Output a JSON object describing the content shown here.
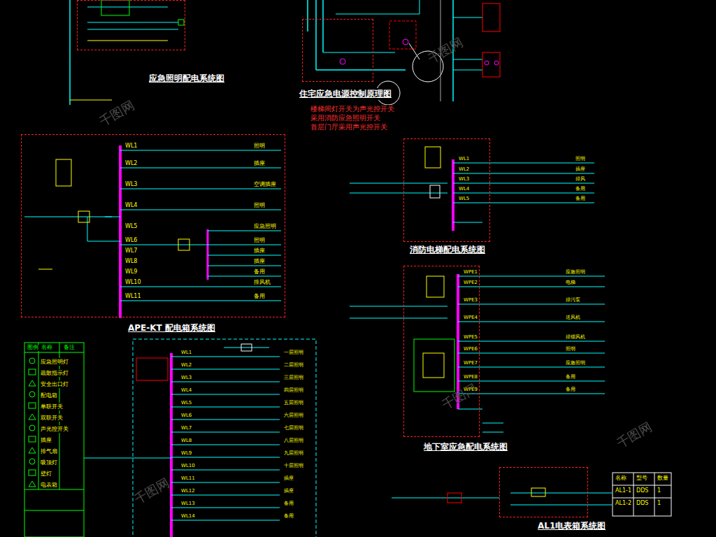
{
  "diagram": {
    "nodes": [
      {
        "text": [
          "应急照明配电系统图"
        ]
      },
      {
        "text": [
          "住宅应急电源控制原理图"
        ]
      },
      {
        "text": [
          "APE-KT 配电箱系统图"
        ]
      },
      {
        "text": [
          "消防电梯配电系统图"
        ]
      },
      {
        "text": [
          "地下室应急配电系统图"
        ]
      },
      {
        "text": [
          "AL1电表箱系统图"
        ]
      }
    ],
    "labels": [
      "楼梯间灯开关为声光控开关",
      "采用消防应急照明开关",
      "首层门厅采用声光控开关",
      "千图网",
      "千图网",
      "千图网",
      "千图网",
      "千图网",
      "WL1",
      "WL2",
      "WL3",
      "WL4",
      "WL5",
      "WL6",
      "WL7",
      "WL8",
      "WL9",
      "WL10",
      "WL11",
      "照明",
      "插座",
      "空调插座",
      "照明",
      "应急照明",
      "照明",
      "插座",
      "插座",
      "备用",
      "排风机",
      "备用",
      "WL1",
      "WL2",
      "WL3",
      "WL4",
      "WL5",
      "照明",
      "插座",
      "排风",
      "备用",
      "备用",
      "WPE1",
      "WPE2",
      "WPE3",
      "WPE4",
      "WPE5",
      "WPE6",
      "WPE7",
      "WPE8",
      "WPE9",
      "应急照明",
      "电梯",
      "排污泵",
      "送风机",
      "排烟风机",
      "照明",
      "应急照明",
      "备用",
      "备用",
      "WL1",
      "WL2",
      "WL3",
      "WL4",
      "WL5",
      "WL6",
      "WL7",
      "WL8",
      "WL9",
      "WL10",
      "WL11",
      "WL12",
      "WL13",
      "WL14",
      "一层照明",
      "二层照明",
      "三层照明",
      "四层照明",
      "五层照明",
      "六层照明",
      "七层照明",
      "八层照明",
      "九层照明",
      "十层照明",
      "插座",
      "插座",
      "备用",
      "备用",
      "名称",
      "型号",
      "数量",
      "AL1-1",
      "DDS",
      "1",
      "AL1-2",
      "DDS",
      "1",
      "图例",
      "名称",
      "备注"
    ],
    "legend": [
      {
        "text": "应急照明灯"
      },
      {
        "text": "疏散指示灯"
      },
      {
        "text": "安全出口灯"
      },
      {
        "text": "配电箱"
      },
      {
        "text": "单联开关"
      },
      {
        "text": "双联开关"
      },
      {
        "text": "声光控开关"
      },
      {
        "text": "插座"
      },
      {
        "text": "排气扇"
      },
      {
        "text": "吸顶灯"
      },
      {
        "text": "壁灯"
      },
      {
        "text": "电表箱"
      }
    ]
  }
}
